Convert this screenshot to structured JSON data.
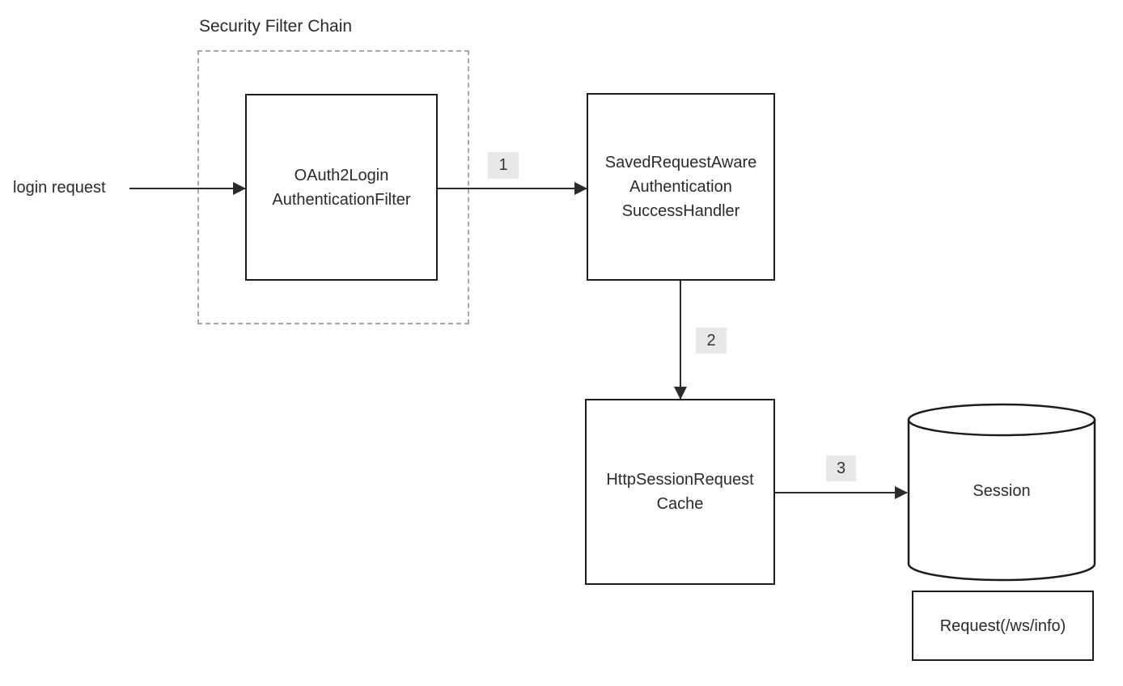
{
  "colors": {
    "node_border": "#1c1c1c",
    "group_dashed_border": "#a8a8a8",
    "text": "#2b2b2b",
    "badge_background": "#e8e8e8",
    "arrow": "#2b2b2b",
    "background": "#ffffff"
  },
  "diagram": {
    "group": {
      "label": "Security Filter Chain"
    },
    "external_input": {
      "label": "login request"
    },
    "nodes": [
      {
        "id": "oauth2-login-authentication-filter",
        "shape": "rect",
        "label": "OAuth2Login\nAuthenticationFilter"
      },
      {
        "id": "saved-request-aware-authentication-success-handler",
        "shape": "rect",
        "label": "SavedRequestAware\nAuthentication\nSuccessHandler"
      },
      {
        "id": "http-session-request-cache",
        "shape": "rect",
        "label": "HttpSessionRequest\nCache"
      },
      {
        "id": "session",
        "shape": "cylinder",
        "label": "Session"
      },
      {
        "id": "request-ws-info",
        "shape": "rect",
        "label": "Request(/ws/info)"
      }
    ],
    "edges": [
      {
        "from": "login-request",
        "to": "oauth2-login-authentication-filter",
        "badge": ""
      },
      {
        "from": "oauth2-login-authentication-filter",
        "to": "saved-request-aware-authentication-success-handler",
        "badge": "1"
      },
      {
        "from": "saved-request-aware-authentication-success-handler",
        "to": "http-session-request-cache",
        "badge": "2"
      },
      {
        "from": "http-session-request-cache",
        "to": "session",
        "badge": "3"
      }
    ]
  }
}
